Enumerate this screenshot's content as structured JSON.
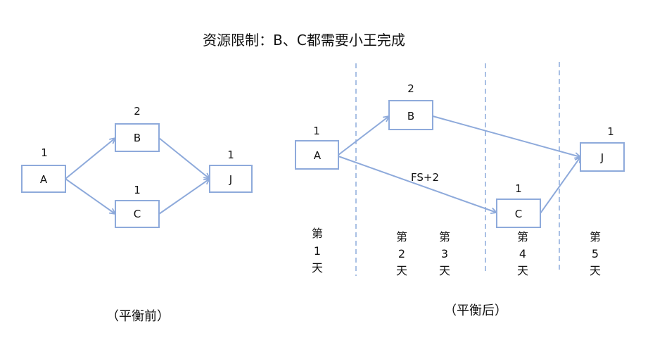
{
  "title": "资源限制：B、C都需要小王完成",
  "colors": {
    "node_border": "#8eaadb",
    "dashed_line": "#a9c0e4"
  },
  "before": {
    "caption": "（平衡前）",
    "nodes": [
      {
        "id": "A",
        "duration": "1"
      },
      {
        "id": "B",
        "duration": "2"
      },
      {
        "id": "C",
        "duration": "1"
      },
      {
        "id": "J",
        "duration": "1"
      }
    ]
  },
  "after": {
    "caption": "（平衡后）",
    "nodes": [
      {
        "id": "A",
        "duration": "1"
      },
      {
        "id": "B",
        "duration": "2"
      },
      {
        "id": "C",
        "duration": "1"
      },
      {
        "id": "J",
        "duration": "1"
      }
    ],
    "lag_label": "FS+2",
    "days": [
      [
        "第",
        "1",
        "天"
      ],
      [
        "第",
        "2",
        "天"
      ],
      [
        "第",
        "3",
        "天"
      ],
      [
        "第",
        "4",
        "天"
      ],
      [
        "第",
        "5",
        "天"
      ]
    ]
  }
}
